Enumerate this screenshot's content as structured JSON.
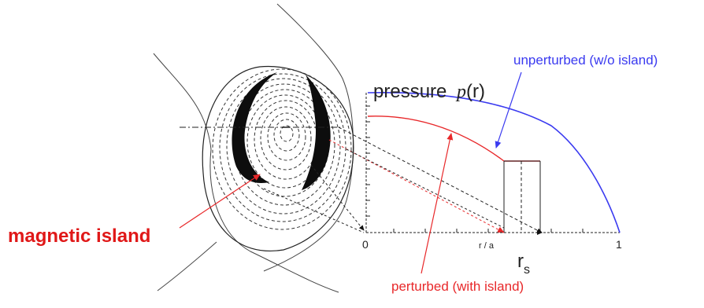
{
  "labels": {
    "pressure_word": "pressure",
    "pressure_symbol": "p",
    "pressure_arg": "(r)",
    "unperturbed": "unperturbed (w/o island)",
    "perturbed": "perturbed (with island)",
    "magnetic_island": "magnetic island",
    "axis_zero": "0",
    "axis_one": "1",
    "axis_xlabel": "r / a",
    "rs_main": "r",
    "rs_sub": "s"
  },
  "colors": {
    "unperturbed": "#3a3af0",
    "perturbed": "#e8282a",
    "island_label": "#e01818",
    "ink": "#111111",
    "dashed": "#333333"
  }
}
